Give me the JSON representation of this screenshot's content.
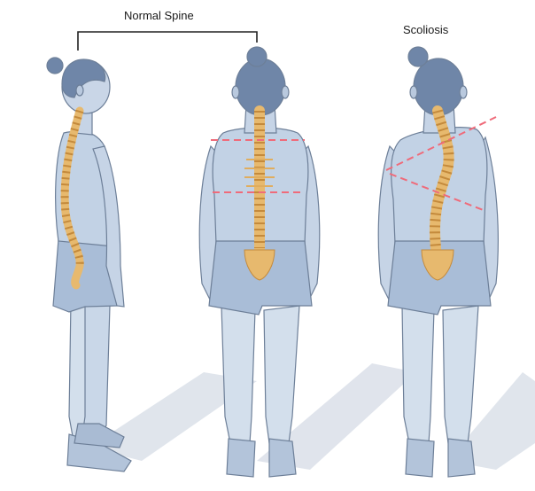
{
  "labels": {
    "normal_spine": "Normal Spine",
    "scoliosis": "Scoliosis"
  },
  "figures": [
    {
      "name": "side-view",
      "description_icon": "figure-side-view-icon"
    },
    {
      "name": "back-view-normal",
      "description_icon": "figure-back-view-icon"
    },
    {
      "name": "back-view-scoliosis",
      "description_icon": "figure-back-view-icon"
    }
  ],
  "colors": {
    "skin": "#b9c9de",
    "skin_light": "#d6e1ee",
    "shirt": "#c2d2e5",
    "shorts": "#a9bdd7",
    "hair": "#6f86a8",
    "outline": "#6d7f98",
    "spine": "#e7b96e",
    "spine_dark": "#c48a3c",
    "guide_line": "#ef6b7a",
    "shadow": "#d9dfe8"
  }
}
